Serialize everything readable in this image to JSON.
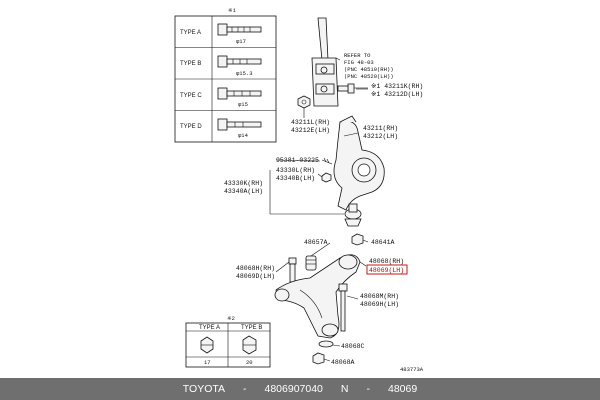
{
  "colors": {
    "highlight": "#c00000",
    "footer_bg": "#6f6f6f",
    "footer_text": "#ffffff"
  },
  "type_table_top": {
    "marker": "※1",
    "rows": [
      {
        "type": "TYPE A",
        "dim": "φ17"
      },
      {
        "type": "TYPE B",
        "dim": "φ15.3"
      },
      {
        "type": "TYPE C",
        "dim": "φ15"
      },
      {
        "type": "TYPE D",
        "dim": "φ14"
      }
    ]
  },
  "type_table_bottom": {
    "marker": "※2",
    "headers": [
      "TYPE A",
      "TYPE B"
    ],
    "values": [
      "17",
      "20"
    ]
  },
  "labels": {
    "refer_1": "REFER TO",
    "refer_2": "FIG 48-03",
    "refer_3": "(PNC 48510(RH))",
    "refer_4": "(PNC 48520(LH))",
    "p43211k": "※1 43211K(RH)",
    "p43212d": "※1 43212D(LH)",
    "p43211l": "43211L(RH)",
    "p43212e": "43212E(LH)",
    "p43211": "43211(RH)",
    "p43212": "43212(LH)",
    "p95381": "95381-03225",
    "p43330l": "43330L(RH)",
    "p43340b": "43340B(LH)",
    "p43330k": "43330K(RH)",
    "p43340a": "43340A(LH)",
    "p48657a": "48657A",
    "p48641a": "48641A",
    "p48068": "48068(RH)",
    "p48069": "48069(LH)",
    "p48068h": "48068H(RH)",
    "p48069d": "48069D(LH)",
    "p48068m": "48068M(RH)",
    "p48069h": "48069H(LH)",
    "p48068c": "48068C",
    "p48068a": "48068A",
    "fig_code": "483773A"
  },
  "footer": {
    "brand": "TOYOTA",
    "sep1": "-",
    "oem": "4806907040",
    "spacer": "N",
    "sep2": "-",
    "part": "48069"
  }
}
